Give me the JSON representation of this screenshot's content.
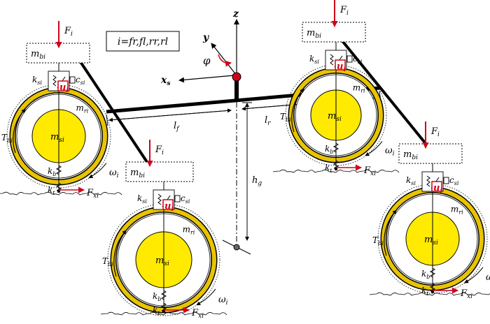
{
  "legend": {
    "text": "i=fr,fl,rr,rl"
  },
  "axes": {
    "z": "z",
    "y": "y",
    "xs": "x",
    "xs_sub": "s",
    "phi": "φ"
  },
  "dimensions": {
    "lf": "l",
    "lf_sub": "f",
    "lr": "l",
    "lr_sub": "r",
    "hg": "h",
    "hg_sub": "g"
  },
  "wheel_labels": {
    "F": "F",
    "F_sub": "i",
    "mb": "m",
    "mb_sub": "bi",
    "ks": "k",
    "ks_sub": "si",
    "cs": "c",
    "cs_sub": "si",
    "u": "u",
    "u_sub": "i",
    "mr": "m",
    "mr_sub": "ri",
    "T": "T",
    "T_sub": "bi",
    "ms": "m",
    "ms_sub": "si",
    "kb": "k",
    "kb_sub": "b",
    "kt": "k",
    "kt_sub": "t",
    "Fx": "F",
    "Fx_sub": "xi",
    "w": "ω",
    "w_sub": "i"
  },
  "colors": {
    "rim": "#e8c400",
    "hub": "#ffea00",
    "accent": "#d0021b",
    "cog": "#d0021b"
  }
}
